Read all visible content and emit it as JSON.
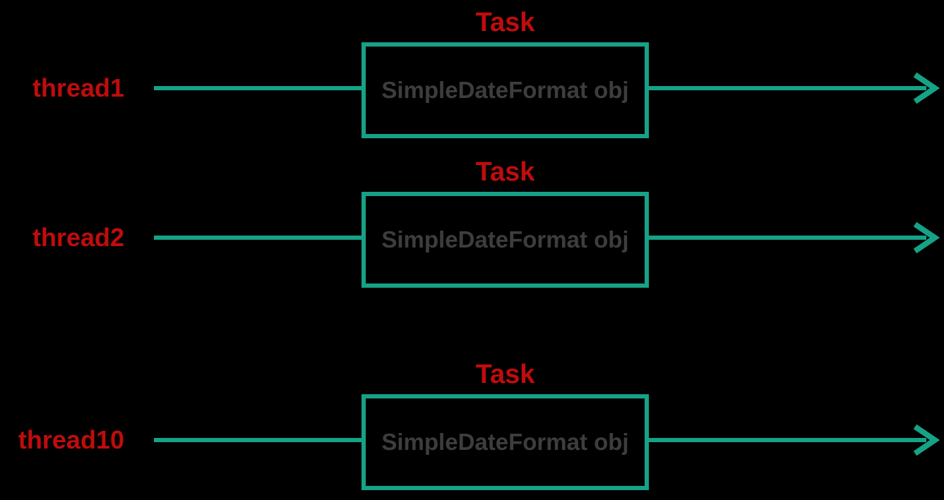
{
  "colors": {
    "background": "#000000",
    "arrow_green": "#16a287",
    "label_red": "#c00c0c",
    "object_gray": "#3d3d3d"
  },
  "rows": [
    {
      "thread_label": "thread1",
      "task_label": "Task",
      "box_label": "SimpleDateFormat obj"
    },
    {
      "thread_label": "thread2",
      "task_label": "Task",
      "box_label": "SimpleDateFormat obj"
    },
    {
      "thread_label": "thread10",
      "task_label": "Task",
      "box_label": "SimpleDateFormat obj"
    }
  ]
}
